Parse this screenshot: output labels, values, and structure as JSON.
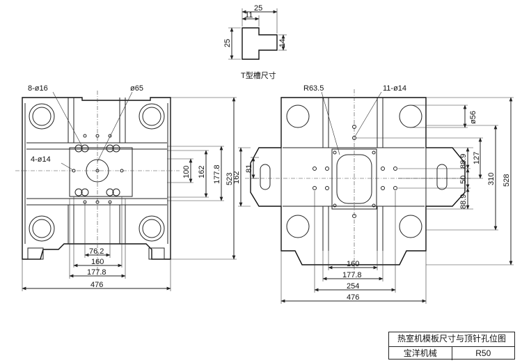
{
  "slot_detail": {
    "caption": "T型槽尺寸",
    "dims": {
      "top_width": "25",
      "slot_width": "11",
      "height": "25",
      "slot_depth": "14"
    }
  },
  "left_view": {
    "labels": {
      "pin_holes": "8-ø16",
      "center_hole": "ø65",
      "side_holes": "4-ø14"
    },
    "dims": {
      "v100": "100",
      "v162": "162",
      "v177": "177.8",
      "v523": "523",
      "h76": "76.2",
      "h160": "160",
      "h177": "177.8",
      "h476": "476"
    }
  },
  "right_view": {
    "labels": {
      "radius": "R63.5",
      "pin_holes": "11-ø14"
    },
    "dims": {
      "v162": "162",
      "v81": "81",
      "d56": "ø56",
      "v127": "127",
      "v88a": "88.9",
      "v50": "50",
      "v88b": "88.9",
      "v310": "310",
      "v528": "528",
      "h160": "160",
      "h177": "177.8",
      "h254": "254",
      "h476": "476"
    }
  },
  "title_block": {
    "title": "热室机模板尺寸与顶针孔位图",
    "company": "宝洋机械",
    "model": "R50"
  }
}
